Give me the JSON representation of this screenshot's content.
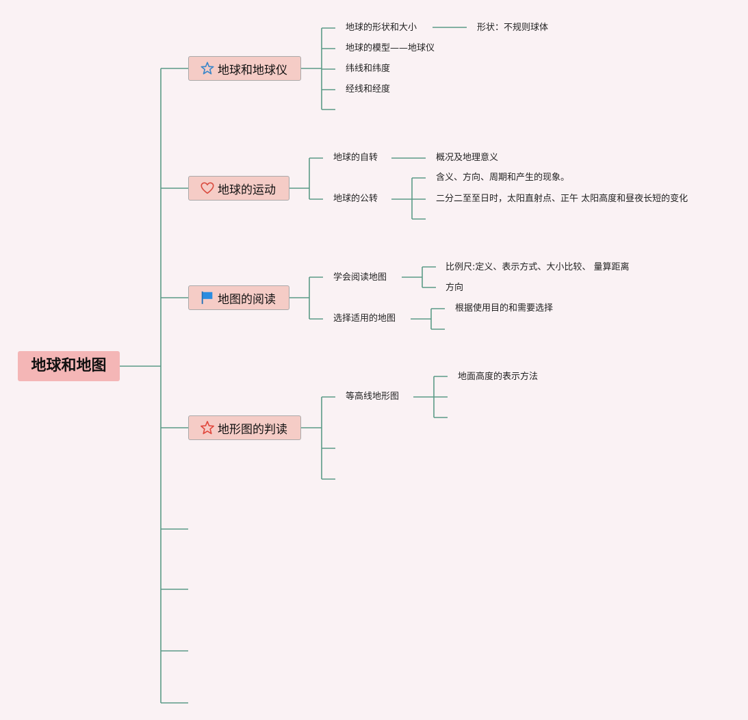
{
  "root": {
    "label": "地球和地图"
  },
  "colors": {
    "line": "#5a9a86",
    "root_bg": "#f4b6b6",
    "topic_bg": "#f5ccc6",
    "background": "#faf2f4"
  },
  "topics": [
    {
      "label": "地球和地球仪",
      "icon": "star-outline-blue-icon",
      "children": [
        {
          "label": "地球的形状和大小",
          "children": [
            {
              "label": "形状：不规则球体"
            }
          ]
        },
        {
          "label": "地球的模型——地球仪"
        },
        {
          "label": "纬线和纬度"
        },
        {
          "label": "经线和经度"
        }
      ]
    },
    {
      "label": "地球的运动",
      "icon": "heart-outline-icon",
      "children": [
        {
          "label": "地球的自转",
          "children": [
            {
              "label": "概况及地理意义"
            }
          ]
        },
        {
          "label": "地球的公转",
          "children": [
            {
              "label": "含义、方向、周期和产生的现象。"
            },
            {
              "label": "二分二至至日时，太阳直射点、正午 太阳高度和昼夜长短的变化"
            }
          ]
        }
      ]
    },
    {
      "label": "地图的阅读",
      "icon": "flag-blue-icon",
      "children": [
        {
          "label": "学会阅读地图",
          "children": [
            {
              "label": "比例尺:定义、表示方式、大小比较、 量算距离"
            },
            {
              "label": "方向"
            }
          ]
        },
        {
          "label": "选择适用的地图",
          "children": [
            {
              "label": "根据使用目的和需要选择"
            }
          ]
        }
      ]
    },
    {
      "label": "地形图的判读",
      "icon": "star-outline-red-icon",
      "children": [
        {
          "label": "等高线地形图",
          "children": [
            {
              "label": "地面高度的表示方法"
            }
          ]
        }
      ]
    }
  ]
}
